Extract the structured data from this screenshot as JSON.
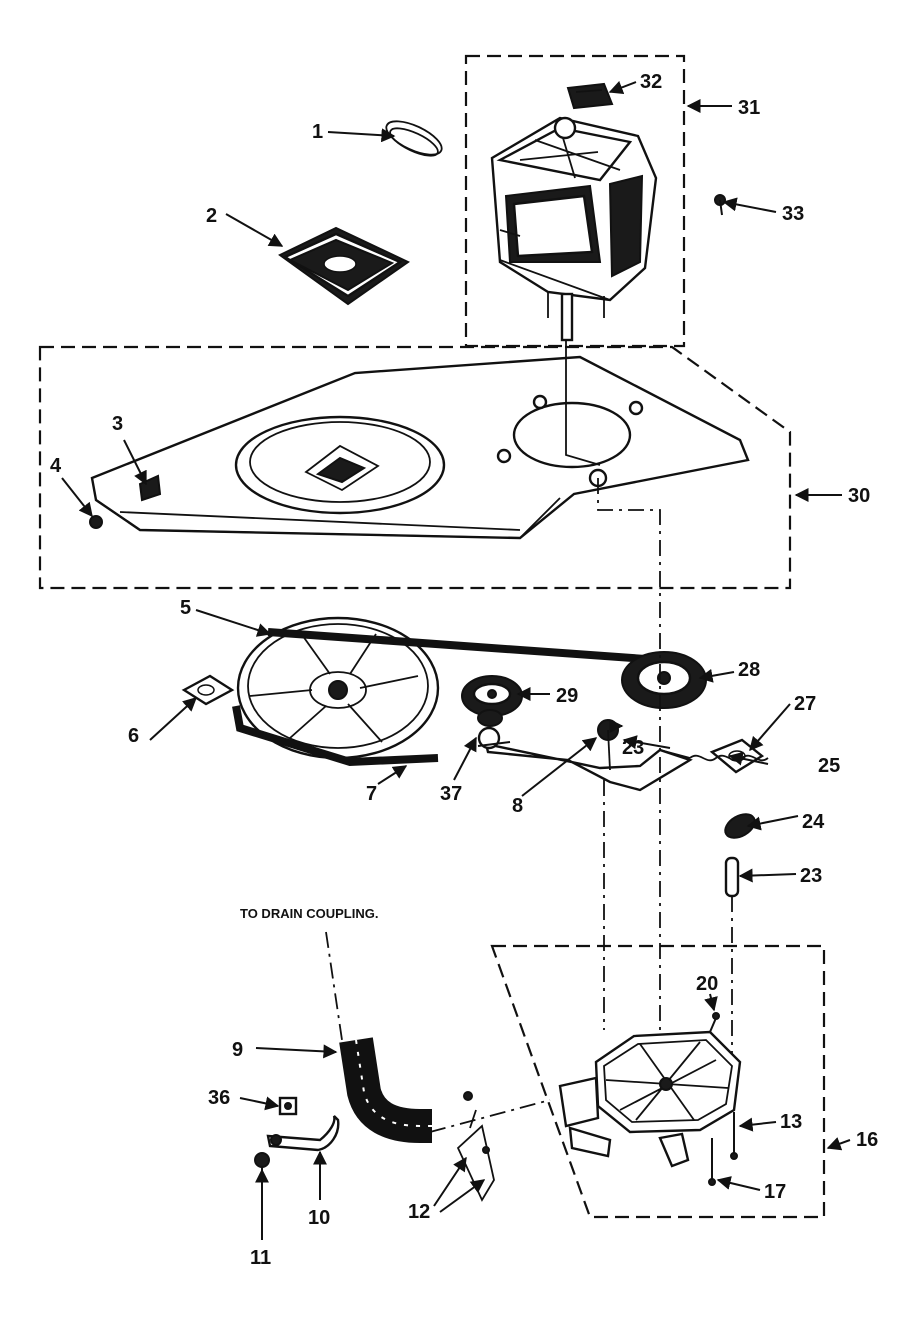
{
  "drain_note": "TO DRAIN COUPLING.",
  "callouts": {
    "c1": "1",
    "c2": "2",
    "c3": "3",
    "c4": "4",
    "c5": "5",
    "c6": "6",
    "c7": "7",
    "c8": "8",
    "c9": "9",
    "c10": "10",
    "c11": "11",
    "c12": "12",
    "c13": "13",
    "c16": "16",
    "c17": "17",
    "c20": "20",
    "c23a": "23",
    "c23b": "23",
    "c24": "24",
    "c25": "25",
    "c27": "27",
    "c28": "28",
    "c29": "29",
    "c30": "30",
    "c31": "31",
    "c32": "32",
    "c33": "33",
    "c36": "36",
    "c37": "37"
  },
  "colors": {
    "ink": "#111111",
    "paper": "#ffffff"
  }
}
